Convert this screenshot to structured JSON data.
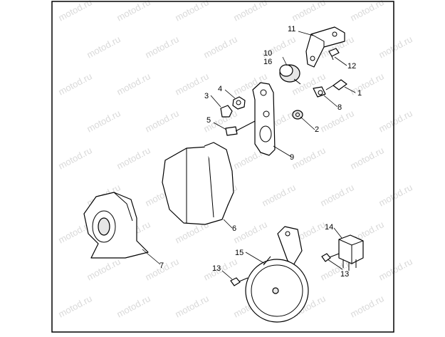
{
  "watermark": "motod.ru",
  "callouts": {
    "p1": "1",
    "p2": "2",
    "p3": "3",
    "p4": "4",
    "p5": "5",
    "p6": "6",
    "p7": "7",
    "p8": "8",
    "p9": "9",
    "p10": "10",
    "p11": "11",
    "p12": "12",
    "p13a": "13",
    "p13b": "13",
    "p14": "14",
    "p15": "15",
    "p16": "16"
  },
  "colors": {
    "line": "#000000",
    "frame": "#000000",
    "watermark": "#d9d9d9"
  }
}
